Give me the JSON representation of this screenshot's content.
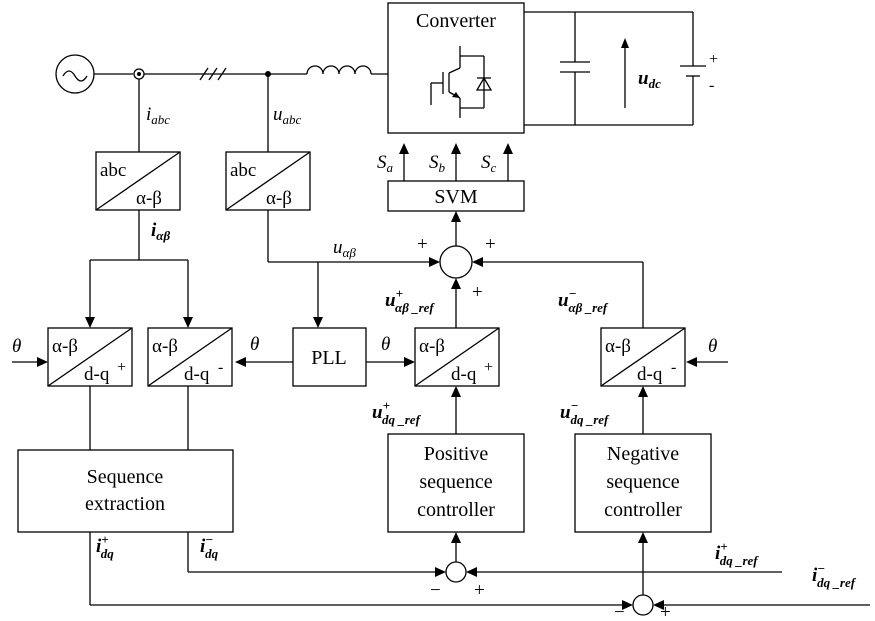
{
  "converter_title": "Converter",
  "udc": {
    "main": "u",
    "sub": "dc"
  },
  "battery_signs": {
    "plus": "+",
    "minus": "-"
  },
  "labels": {
    "i_abc": {
      "main": "i",
      "sub": "abc"
    },
    "u_abc": {
      "main": "u",
      "sub": "abc"
    },
    "i_ab": {
      "main": "i",
      "sub": "αβ"
    },
    "u_ab": {
      "main": "u",
      "sub": "αβ"
    },
    "Sa": {
      "main": "S",
      "sub": "a"
    },
    "Sb": {
      "main": "S",
      "sub": "b"
    },
    "Sc": {
      "main": "S",
      "sub": "c"
    },
    "u_ab_ref_pos": {
      "main": "u",
      "sup": "+",
      "sub": "αβ _ref"
    },
    "u_ab_ref_neg": {
      "main": "u",
      "sup": "−",
      "sub": "αβ _ref"
    },
    "u_dq_ref_pos": {
      "main": "u",
      "sup": "+",
      "sub": "dq _ref"
    },
    "u_dq_ref_neg": {
      "main": "u",
      "sup": "−",
      "sub": "dq _ref"
    },
    "i_dq_pos": {
      "main": "i",
      "sup": "+",
      "sub": "dq"
    },
    "i_dq_neg": {
      "main": "i",
      "sup": "−",
      "sub": "dq"
    },
    "i_dq_ref_pos": {
      "main": "i",
      "sup": "+",
      "sub": "dq _ref"
    },
    "i_dq_ref_neg": {
      "main": "i",
      "sup": "−",
      "sub": "dq _ref"
    }
  },
  "theta": "θ",
  "blocks": {
    "abc_ab_1": {
      "top": "abc",
      "bottom": "α-β"
    },
    "abc_ab_2": {
      "top": "abc",
      "bottom": "α-β"
    },
    "svm": "SVM",
    "pll": "PLL",
    "dq_pos_1": {
      "top": "α-β",
      "bottom": "d-q",
      "sup": "+"
    },
    "dq_neg_1": {
      "top": "α-β",
      "bottom": "d-q",
      "sup": "-"
    },
    "dq_pos_2": {
      "top": "α-β",
      "bottom": "d-q",
      "sup": "+"
    },
    "dq_neg_2": {
      "top": "α-β",
      "bottom": "d-q",
      "sup": "-"
    },
    "seq_extraction": {
      "line1": "Sequence",
      "line2": "extraction"
    },
    "pos_ctrl": {
      "line1": "Positive",
      "line2": "sequence",
      "line3": "controller"
    },
    "neg_ctrl": {
      "line1": "Negative",
      "line2": "sequence",
      "line3": "controller"
    }
  },
  "sum_signs": {
    "top_left": "+",
    "top_right": "+",
    "top_bottom": "+",
    "s1_minus": "−",
    "s1_plus": "+",
    "s2_minus": "−",
    "s2_plus": "+"
  }
}
